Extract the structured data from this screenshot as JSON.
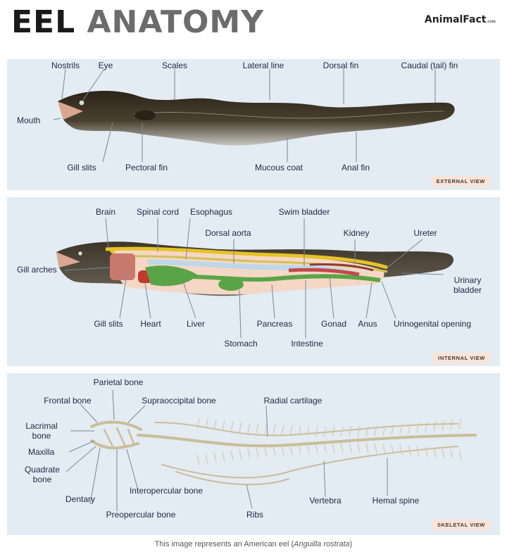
{
  "title": {
    "part1": "EEL",
    "part2": "ANATOMY"
  },
  "brand": {
    "name": "AnimalFact",
    "tld": ".com"
  },
  "external": {
    "view_label": "EXTERNAL VIEW",
    "labels": {
      "nostrils": "Nostrils",
      "eye": "Eye",
      "scales": "Scales",
      "lateral_line": "Lateral line",
      "dorsal_fin": "Dorsal fin",
      "caudal_fin": "Caudal (tail) fin",
      "mouth": "Mouth",
      "gill_slits": "Gill slits",
      "pectoral_fin": "Pectoral fin",
      "mucous_coat": "Mucous coat",
      "anal_fin": "Anal fin"
    }
  },
  "internal": {
    "view_label": "INTERNAL VIEW",
    "labels": {
      "brain": "Brain",
      "spinal_cord": "Spinal cord",
      "esophagus": "Esophagus",
      "dorsal_aorta": "Dorsal aorta",
      "swim_bladder": "Swim bladder",
      "kidney": "Kidney",
      "ureter": "Ureter",
      "gill_arches": "Gill arches",
      "urinary_bladder": "Urinary bladder",
      "gill_slits": "Gill slits",
      "heart": "Heart",
      "liver": "Liver",
      "stomach": "Stomach",
      "pancreas": "Pancreas",
      "intestine": "Intestine",
      "gonad": "Gonad",
      "anus": "Anus",
      "urinogenital_opening": "Urinogenital opening"
    }
  },
  "skeletal": {
    "view_label": "SKELETAL VIEW",
    "labels": {
      "parietal_bone": "Parietal bone",
      "frontal_bone": "Frontal bone",
      "supraoccipital_bone": "Supraoccipital bone",
      "radial_cartilage": "Radial cartilage",
      "lacrimal_bone": "Lacrimal bone",
      "maxilla": "Maxilla",
      "quadrate_bone": "Quadrate bone",
      "interopercular_bone": "Interopercular bone",
      "dentary": "Dentary",
      "preopercular_bone": "Preopercular bone",
      "ribs": "Ribs",
      "vertebra": "Vertebra",
      "hemal_spine": "Hemal spine"
    }
  },
  "caption": {
    "prefix": "This image represents an American eel (",
    "species": "Anguilla rostrata",
    "suffix": ")"
  },
  "colors": {
    "panel": "#e3ebf3",
    "label_text": "#1f2a44",
    "view_tag": "#fbe3d7",
    "eel_dark": "#3a2f22",
    "eel_belly": "#b9b9b4",
    "bone": "#e3d6b8",
    "leader": "#7a8796"
  }
}
